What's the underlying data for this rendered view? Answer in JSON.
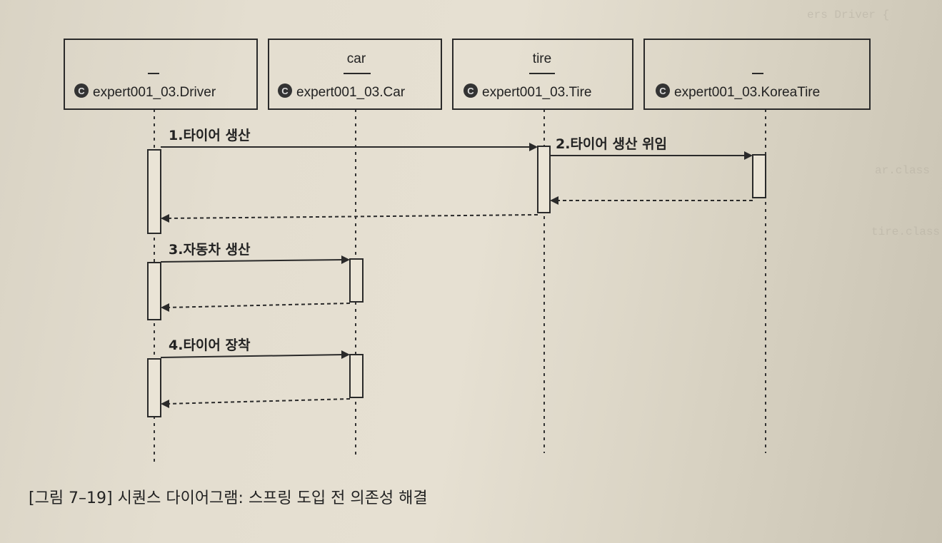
{
  "participants": [
    {
      "role": "",
      "name": "expert001_03.Driver",
      "icon": "class-c-icon"
    },
    {
      "role": "car",
      "name": "expert001_03.Car",
      "icon": "class-c-icon"
    },
    {
      "role": "tire",
      "name": "expert001_03.Tire",
      "icon": "class-c-icon"
    },
    {
      "role": "",
      "name": "expert001_03.KoreaTire",
      "icon": "class-c-icon"
    }
  ],
  "messages": [
    {
      "label": "1.타이어 생산"
    },
    {
      "label": "2.타이어 생산 위임"
    },
    {
      "label": "3.자동차 생산"
    },
    {
      "label": "4.타이어 장착"
    }
  ],
  "caption": "[그림 7–19] 시퀀스 다이어그램: 스프링 도입 전 의존성 해결"
}
